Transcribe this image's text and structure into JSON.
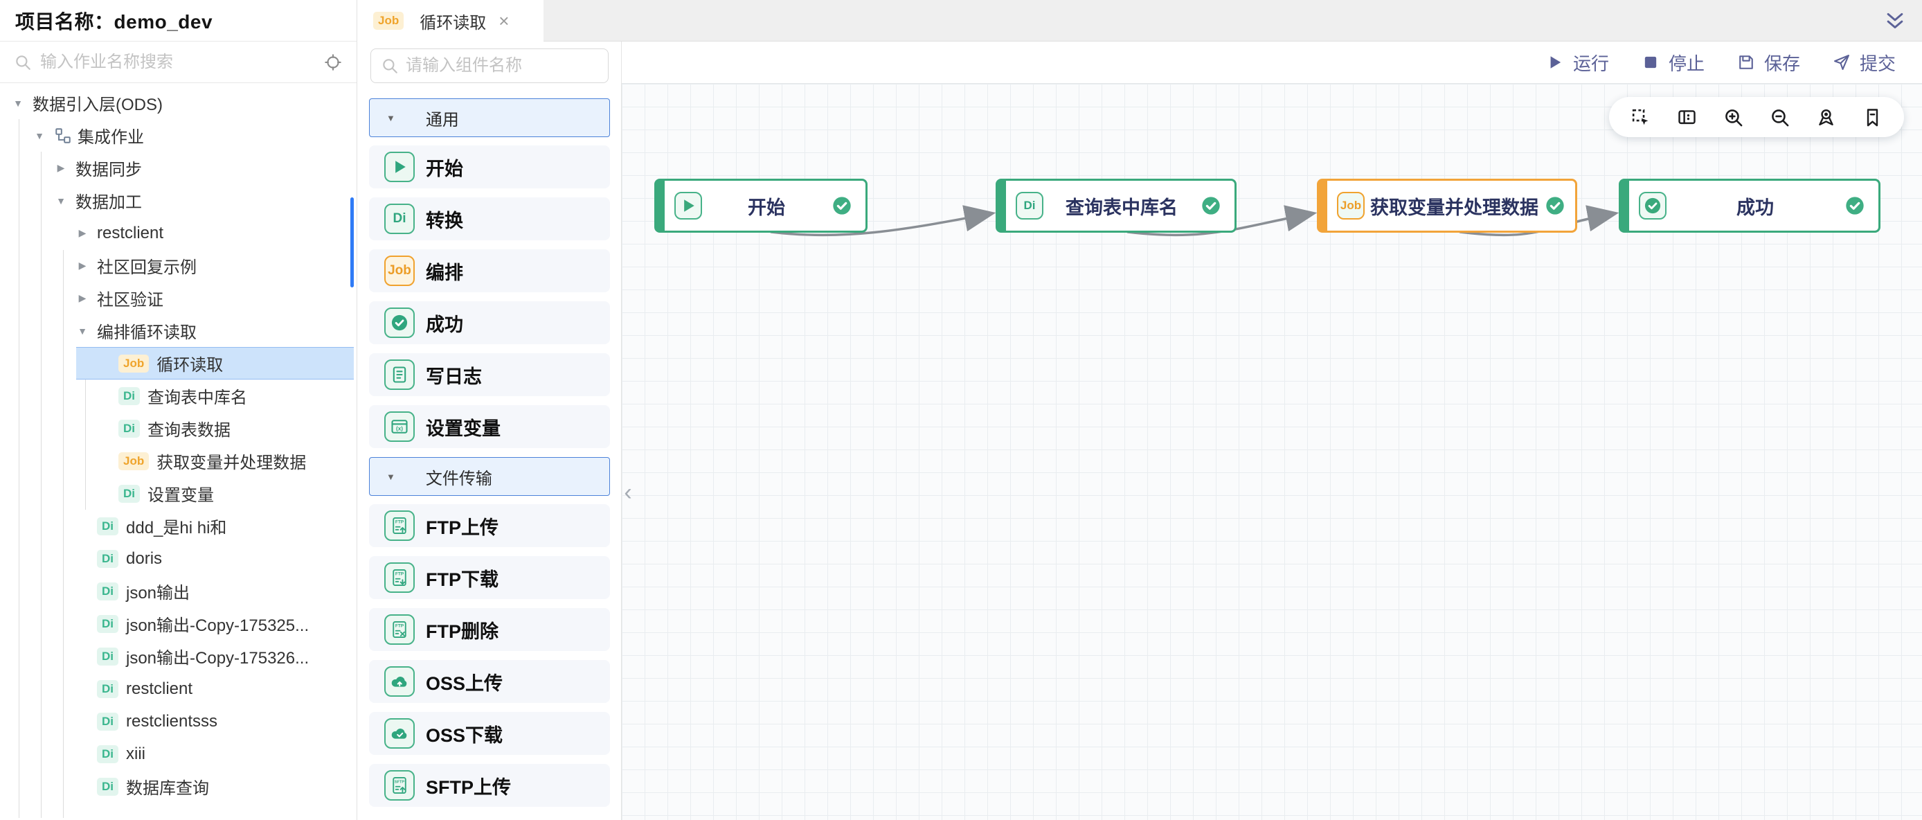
{
  "header": {
    "project_label": "项目名称：",
    "project_name": "demo_dev"
  },
  "sidebar": {
    "search_placeholder": "输入作业名称搜索",
    "search_icon": "search-icon",
    "locate_icon": "aim-icon",
    "tree": [
      {
        "label": "数据引入层(ODS)",
        "level": 0,
        "arrow": "expanded"
      },
      {
        "label": "集成作业",
        "level": 1,
        "arrow": "expanded",
        "icon": "flow-icon"
      },
      {
        "label": "数据同步",
        "level": 2,
        "arrow": "collapsed"
      },
      {
        "label": "数据加工",
        "level": 2,
        "arrow": "expanded"
      },
      {
        "label": "restclient",
        "level": 3,
        "arrow": "collapsed"
      },
      {
        "label": "社区回复示例",
        "level": 3,
        "arrow": "collapsed"
      },
      {
        "label": "社区验证",
        "level": 3,
        "arrow": "collapsed"
      },
      {
        "label": "编排循环读取",
        "level": 3,
        "arrow": "expanded"
      },
      {
        "label": "循环读取",
        "level": 4,
        "badge": "Job",
        "selected": true
      },
      {
        "label": "查询表中库名",
        "level": 4,
        "badge": "Di"
      },
      {
        "label": "查询表数据",
        "level": 4,
        "badge": "Di"
      },
      {
        "label": "获取变量并处理数据",
        "level": 4,
        "badge": "Job"
      },
      {
        "label": "设置变量",
        "level": 4,
        "badge": "Di"
      },
      {
        "label": "ddd_是hi hi和",
        "level": 3,
        "badge": "Di"
      },
      {
        "label": "doris",
        "level": 3,
        "badge": "Di"
      },
      {
        "label": "json输出",
        "level": 3,
        "badge": "Di"
      },
      {
        "label": "json输出-Copy-175325...",
        "level": 3,
        "badge": "Di"
      },
      {
        "label": "json输出-Copy-175326...",
        "level": 3,
        "badge": "Di"
      },
      {
        "label": "restclient",
        "level": 3,
        "badge": "Di"
      },
      {
        "label": "restclientsss",
        "level": 3,
        "badge": "Di"
      },
      {
        "label": "xiii",
        "level": 3,
        "badge": "Di"
      },
      {
        "label": "数据库查询",
        "level": 3,
        "badge": "Di"
      }
    ]
  },
  "tab": {
    "badge": "Job",
    "label": "循环读取",
    "close": "×",
    "collapse_icon": "chevron-double-down-icon"
  },
  "actions": [
    {
      "icon": "run-icon",
      "label": "运行"
    },
    {
      "icon": "stop-icon",
      "label": "停止"
    },
    {
      "icon": "save-icon",
      "label": "保存"
    },
    {
      "icon": "submit-icon",
      "label": "提交"
    }
  ],
  "palette": {
    "search_placeholder": "请输入组件名称",
    "sections": [
      {
        "title": "通用",
        "expanded": true,
        "items": [
          {
            "icon": "play-icon",
            "label": "开始"
          },
          {
            "icon": "di-badge-icon",
            "label": "转换"
          },
          {
            "icon": "job-badge-icon",
            "label": "编排"
          },
          {
            "icon": "check-circle-icon",
            "label": "成功"
          },
          {
            "icon": "log-document-icon",
            "label": "写日志"
          },
          {
            "icon": "variable-window-icon",
            "label": "设置变量"
          }
        ]
      },
      {
        "title": "文件传输",
        "expanded": true,
        "items": [
          {
            "icon": "ftp-upload-icon",
            "label": "FTP上传"
          },
          {
            "icon": "ftp-download-icon",
            "label": "FTP下载"
          },
          {
            "icon": "ftp-delete-icon",
            "label": "FTP删除"
          },
          {
            "icon": "oss-upload-icon",
            "label": "OSS上传"
          },
          {
            "icon": "oss-download-icon",
            "label": "OSS下载"
          },
          {
            "icon": "sftp-upload-icon",
            "label": "SFTP上传"
          }
        ]
      }
    ]
  },
  "canvas": {
    "nodes": [
      {
        "type": "start",
        "icon": "play-icon",
        "label": "开始",
        "status": "success"
      },
      {
        "type": "di",
        "icon": "di-badge-icon",
        "label": "查询表中库名",
        "status": "success"
      },
      {
        "type": "job",
        "icon": "job-badge-icon",
        "label": "获取变量并处理数据",
        "status": "success"
      },
      {
        "type": "success",
        "icon": "check-circle-icon",
        "label": "成功",
        "status": "success"
      }
    ],
    "edges": [
      {
        "from": 0,
        "to": 1
      },
      {
        "from": 1,
        "to": 2
      },
      {
        "from": 2,
        "to": 3
      }
    ],
    "tools": [
      {
        "icon": "marquee-select-icon"
      },
      {
        "icon": "minimap-icon"
      },
      {
        "icon": "zoom-in-icon"
      },
      {
        "icon": "zoom-out-icon"
      },
      {
        "icon": "locate-icon"
      },
      {
        "icon": "bookmark-icon"
      }
    ]
  },
  "colors": {
    "accent_green": "#3aa97c",
    "accent_orange": "#f2a43a",
    "accent_blue": "#2f7bf6",
    "toolbar_text": "#5b6197",
    "selected_row_bg": "#cde3fb",
    "edge_gray": "#898e94"
  }
}
